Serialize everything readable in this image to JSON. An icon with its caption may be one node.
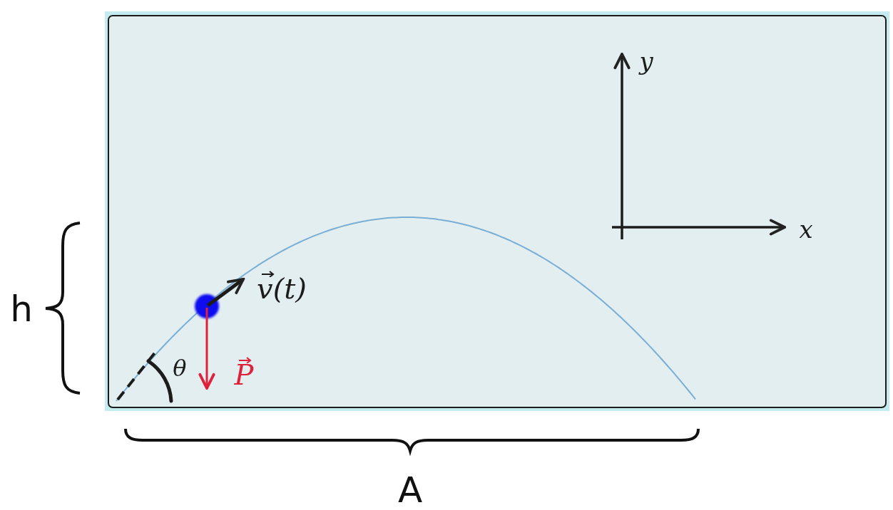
{
  "diagram": {
    "labels": [
      "y",
      "x",
      "v(t)",
      "θ",
      "P",
      "h",
      "A"
    ]
  }
}
